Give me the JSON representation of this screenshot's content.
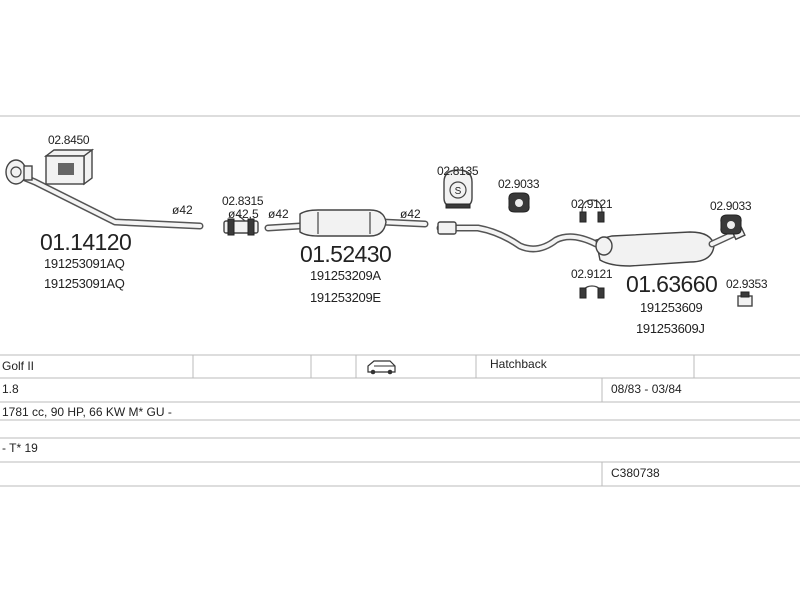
{
  "parts": {
    "p_028450": "02.8450",
    "p_0114120": "01.14120",
    "p_0114120_oem1": "191253091AQ",
    "p_0114120_oem2": "191253091AQ",
    "p_028315": "02.8315",
    "p_0152430": "01.52430",
    "p_0152430_oem1": "191253209A",
    "p_0152430_oem2": "191253209E",
    "p_028135": "02.8135",
    "p_029033_a": "02.9033",
    "p_029121_a": "02.9121",
    "p_029121_b": "02.9121",
    "p_0163660": "01.63660",
    "p_0163660_oem1": "191253609",
    "p_0163660_oem2": "191253609J",
    "p_029033_b": "02.9033",
    "p_029353": "02.9353"
  },
  "dimensions": {
    "d1": "ø42",
    "d2": "ø42,5",
    "d3": "ø42",
    "d4": "ø42"
  },
  "vehicle": {
    "model": "Golf II",
    "body": "Hatchback",
    "engine": "1.8",
    "years": "08/83 - 03/84",
    "specs": "1781 cc, 90 HP, 66 KW M* GU -",
    "note": "- T* 19",
    "code": "C380738"
  },
  "icons": {
    "body_type": "hatchback-car-icon"
  }
}
